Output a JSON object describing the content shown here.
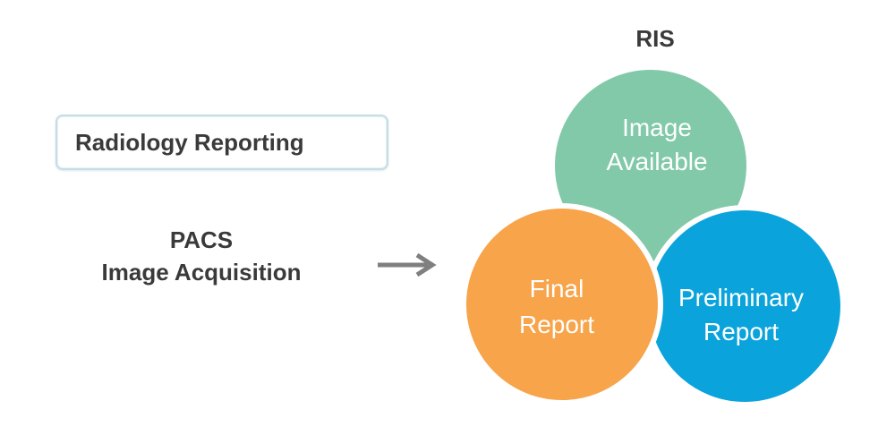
{
  "title": "Radiology Reporting",
  "pacs": {
    "line1": "PACS",
    "line2": "Image Acquisition"
  },
  "ris": {
    "label": "RIS"
  },
  "circles": {
    "image_available": {
      "line1": "Image",
      "line2": "Available",
      "color": "#82c9a9"
    },
    "final_report": {
      "line1": "Final",
      "line2": "Report",
      "color": "#f7a44b"
    },
    "preliminary_report": {
      "line1": "Preliminary",
      "line2": "Report",
      "color": "#0aa3dc"
    }
  },
  "colors": {
    "text": "#3a3a3a",
    "arrow": "#7f7f7f",
    "box_border": "#c5dde6"
  }
}
